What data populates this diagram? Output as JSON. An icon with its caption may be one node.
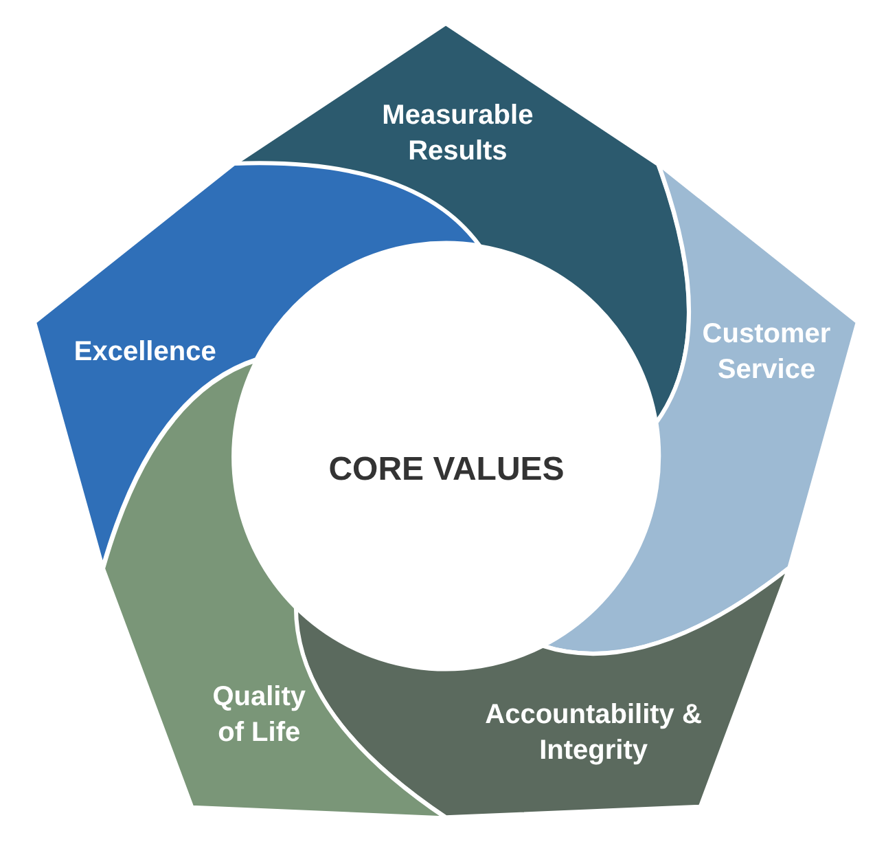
{
  "diagram": {
    "nodes": [
      {
        "text": [
          "Measurable Results"
        ]
      },
      {
        "text": [
          "Customer Service"
        ]
      },
      {
        "text": [
          "Accountability & Integrity"
        ]
      },
      {
        "text": [
          "Quality of Life"
        ]
      },
      {
        "text": [
          "Excellence"
        ]
      },
      {
        "text": [
          "CORE VALUES"
        ]
      }
    ],
    "edges": []
  }
}
